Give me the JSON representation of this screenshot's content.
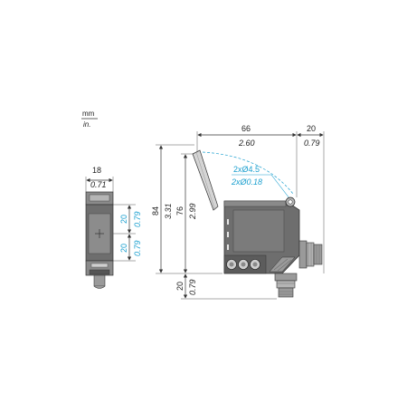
{
  "units": {
    "primary": "mm",
    "secondary": "in."
  },
  "front_view": {
    "width_mm": "18",
    "width_in": "0.71",
    "upper_half_mm": "20",
    "upper_half_in": "0.79",
    "lower_half_mm": "20",
    "lower_half_in": "0.79"
  },
  "side_view": {
    "overall_height_mm": "84",
    "overall_height_in": "3.31",
    "body_height_mm": "76",
    "body_height_in": "2.99",
    "width_mm": "66",
    "width_in": "2.60",
    "connector_mm": "20",
    "connector_in": "0.79",
    "bottom_mm": "20",
    "bottom_in": "0.79",
    "hole_mm": "2xØ4.5",
    "hole_in": "2xØ0.18"
  },
  "colors": {
    "body_dark": "#6e6e6e",
    "body_mid": "#8a8a8a",
    "body_light": "#b5b5b5",
    "accent_cyan": "#1a9fcf"
  }
}
